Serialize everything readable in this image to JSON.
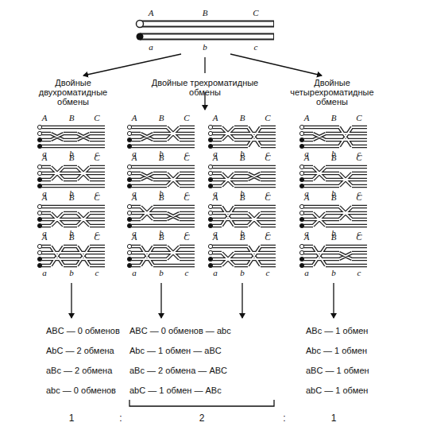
{
  "diagram": {
    "labels": [
      "A",
      "B",
      "C",
      "a",
      "b",
      "c",
      "Двойные двухроматидные обмены",
      "Двойные трехроматидные обмены",
      "Двойные четырехроматидные обмены",
      "A",
      "B",
      "C",
      "a",
      "b",
      "c",
      "A",
      "B",
      "C",
      "a",
      "b",
      "c",
      "A",
      "B",
      "C",
      "a",
      "b",
      "c",
      "A",
      "B",
      "C",
      "a",
      "b",
      "c",
      "A",
      "B",
      "C",
      "a",
      "b",
      "c",
      "A",
      "B",
      "C",
      "a",
      "b",
      "c",
      "A",
      "B",
      "C",
      "a",
      "b",
      "c",
      "A",
      "B",
      "C",
      "a",
      "b",
      "c",
      "A",
      "B",
      "C",
      "a",
      "b",
      "c",
      "A",
      "B",
      "C",
      "a",
      "b",
      "c",
      "A",
      "B",
      "C",
      "a",
      "b",
      "c",
      "A",
      "B",
      "C",
      "a",
      "b",
      "c",
      "A",
      "B",
      "C",
      "a",
      "b",
      "c",
      "A",
      "B",
      "C",
      "a",
      "b",
      "c",
      "A",
      "B",
      "C",
      "a",
      "b",
      "c",
      "A",
      "B",
      "C",
      "a",
      "b",
      "c",
      "ABC — 0 обменов",
      "AbC — 2 обмена",
      "aBc — 2 обмена",
      "abc — 0 обменов",
      "ABC — 0 обменов — abc",
      "Abc — 1 обмен — aBC",
      "aBc — 2 обмена — ABC",
      "abC — 1 обмен — ABc",
      "ABc — 1 обмен",
      "Abc — 1 обмен",
      "aBC — 1 обмен",
      "abC — 1 обмен",
      "1",
      ":",
      "2",
      ":",
      "1"
    ]
  }
}
